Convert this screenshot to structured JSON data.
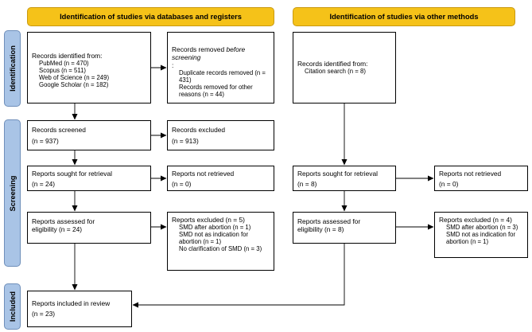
{
  "headers": {
    "databases": "Identification of studies via databases and registers",
    "other": "Identification of studies via other methods"
  },
  "phases": {
    "identification": "Identification",
    "screening": "Screening",
    "included": "Included"
  },
  "boxes": {
    "records_identified": {
      "title": "Records identified from:",
      "items": [
        "PubMed (n = 470)",
        "Scopus (n = 511)",
        "Web of Science (n = 249)",
        "Google Scholar (n = 182)"
      ]
    },
    "records_removed": {
      "title_a": "Records removed ",
      "title_em": "before screening",
      "title_b": ":",
      "items": [
        "Duplicate records removed (n = 431)",
        "Records removed for other reasons (n = 44)"
      ]
    },
    "other_identified": {
      "title": "Records identified from:",
      "items": [
        "Citation search (n = 8)"
      ]
    },
    "records_screened": {
      "line1": "Records screened",
      "line2": "(n = 937)"
    },
    "records_excluded": {
      "line1": "Records excluded",
      "line2": "(n = 913)"
    },
    "reports_sought": {
      "line1": "Reports sought for retrieval",
      "line2": "(n = 24)"
    },
    "reports_not_retrieved": {
      "line1": "Reports not retrieved",
      "line2": "(n = 0)"
    },
    "other_sought": {
      "line1": "Reports sought for retrieval",
      "line2": "(n = 8)"
    },
    "other_not_retrieved": {
      "line1": "Reports not retrieved",
      "line2": "(n = 0)"
    },
    "reports_assessed": {
      "line1": "Reports assessed for",
      "line2": "eligibility (n = 24)"
    },
    "reports_excluded": {
      "title": "Reports excluded (n = 5)",
      "items": [
        "SMD after abortion (n = 1)",
        "SMD not as indication for abortion (n = 1)",
        "No clarification of SMD (n = 3)"
      ]
    },
    "other_assessed": {
      "line1": "Reports assessed for",
      "line2": "eligibility (n = 8)"
    },
    "other_excluded": {
      "title": "Reports excluded (n = 4)",
      "items": [
        "SMD after abortion (n = 3)",
        "SMD not as indication for abortion (n = 1)"
      ]
    },
    "included": {
      "line1": "Reports included in review",
      "line2": "(n = 23)"
    }
  }
}
